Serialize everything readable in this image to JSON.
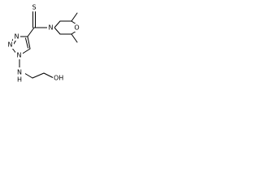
{
  "molecule": {
    "atoms": {
      "s_thione": "S",
      "n_morpholine": "N",
      "o_morpholine": "O",
      "n_triazole_1": "N",
      "n_triazole_2": "N",
      "n_triazole_3": "N",
      "n_amino": "N",
      "h_amino": "H",
      "o_hydroxyl": "OH"
    }
  }
}
